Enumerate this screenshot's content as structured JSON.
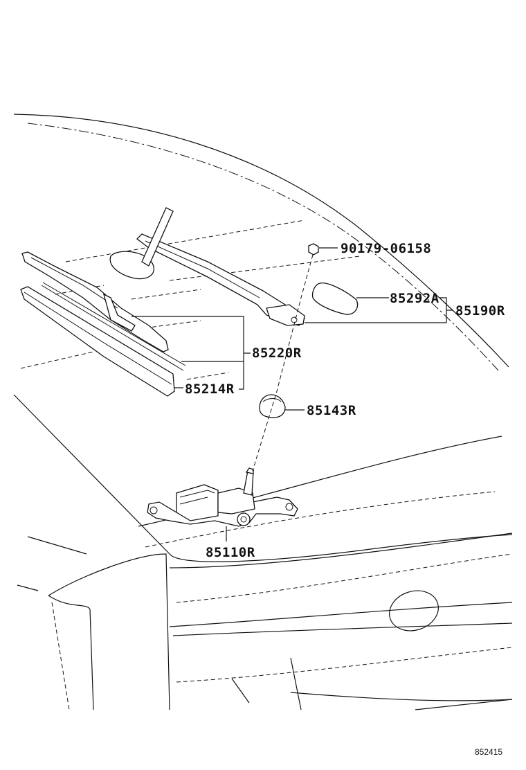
{
  "diagram": {
    "id": "852415"
  },
  "parts": [
    {
      "number": "90179-06158"
    },
    {
      "number": "85292A"
    },
    {
      "number": "85190R"
    },
    {
      "number": "85220R"
    },
    {
      "number": "85214R"
    },
    {
      "number": "85143R"
    },
    {
      "number": "85110R"
    }
  ]
}
